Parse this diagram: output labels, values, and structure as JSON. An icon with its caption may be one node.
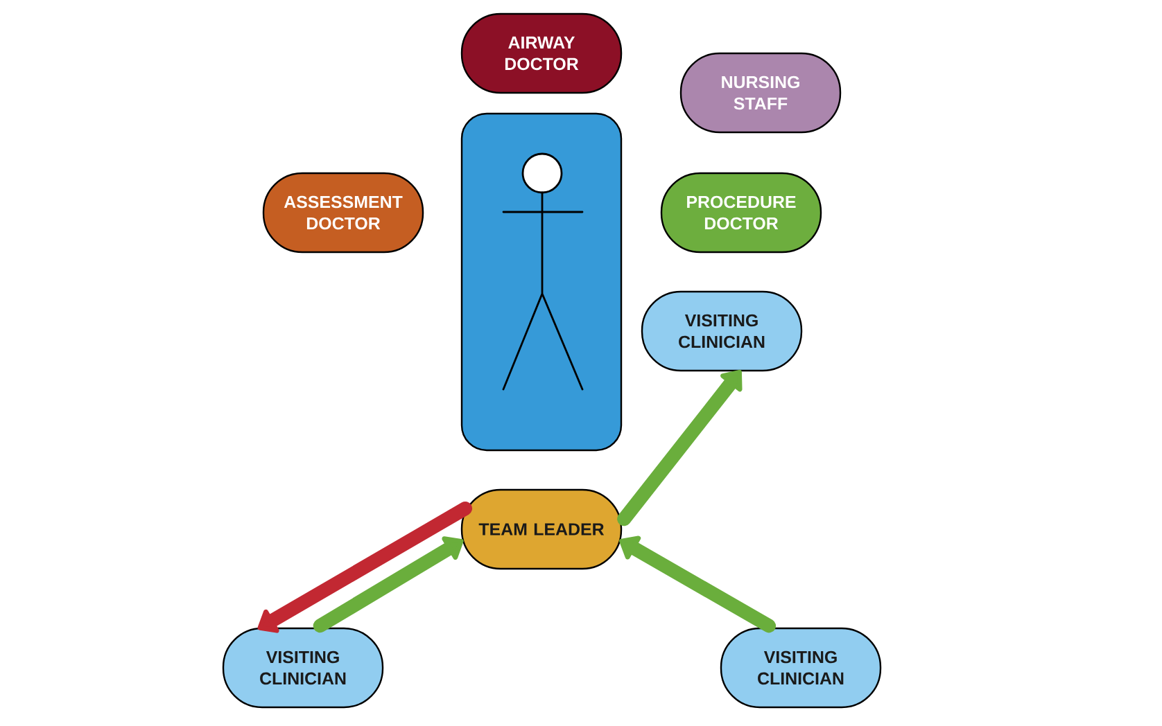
{
  "diagram": {
    "nodes": [
      {
        "text": [
          "AIRWAY DOCTOR"
        ]
      },
      {
        "text": [
          "NURSING STAFF"
        ]
      },
      {
        "text": [],
        "shape": "box"
      },
      {
        "text": [
          "ASSESSMENT DOCTOR"
        ]
      },
      {
        "text": [
          "PROCEDURE DOCTOR"
        ]
      },
      {
        "text": [
          "VISITING CLINICIAN"
        ]
      },
      {
        "text": [
          "TEAM LEADER"
        ]
      },
      {
        "text": [
          "VISITING CLINICIAN"
        ]
      },
      {
        "text": [
          "VISITING CLINICIAN"
        ]
      }
    ],
    "edges": [
      {
        "from": 6,
        "to": 5,
        "arrow": "to"
      },
      {
        "from": 8,
        "to": 6,
        "arrow": "to"
      },
      {
        "from": 7,
        "to": 6,
        "arrow": "to"
      },
      {
        "from": 6,
        "to": 7,
        "arrow": "to",
        "color": "#c22832"
      }
    ]
  }
}
